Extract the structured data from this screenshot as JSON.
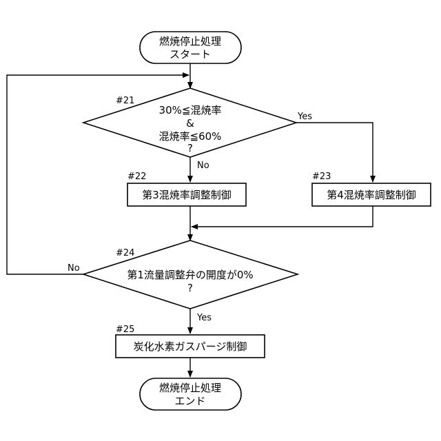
{
  "start": {
    "line1": "燃焼停止処理",
    "line2": "スタート"
  },
  "decision21": {
    "id": "#21",
    "line1": "30%≦混焼率",
    "line2": "&",
    "line3": "混焼率≦60%",
    "line4": "?",
    "yes": "Yes",
    "no": "No"
  },
  "process22": {
    "id": "#22",
    "label": "第3混焼率調整制御"
  },
  "process23": {
    "id": "#23",
    "label": "第4混焼率調整制御"
  },
  "decision24": {
    "id": "#24",
    "line1": "第1流量調整弁の開度が0%",
    "line2": "?",
    "yes": "Yes",
    "no": "No"
  },
  "process25": {
    "id": "#25",
    "label": "炭化水素ガスパージ制御"
  },
  "end": {
    "line1": "燃焼停止処理",
    "line2": "エンド"
  }
}
